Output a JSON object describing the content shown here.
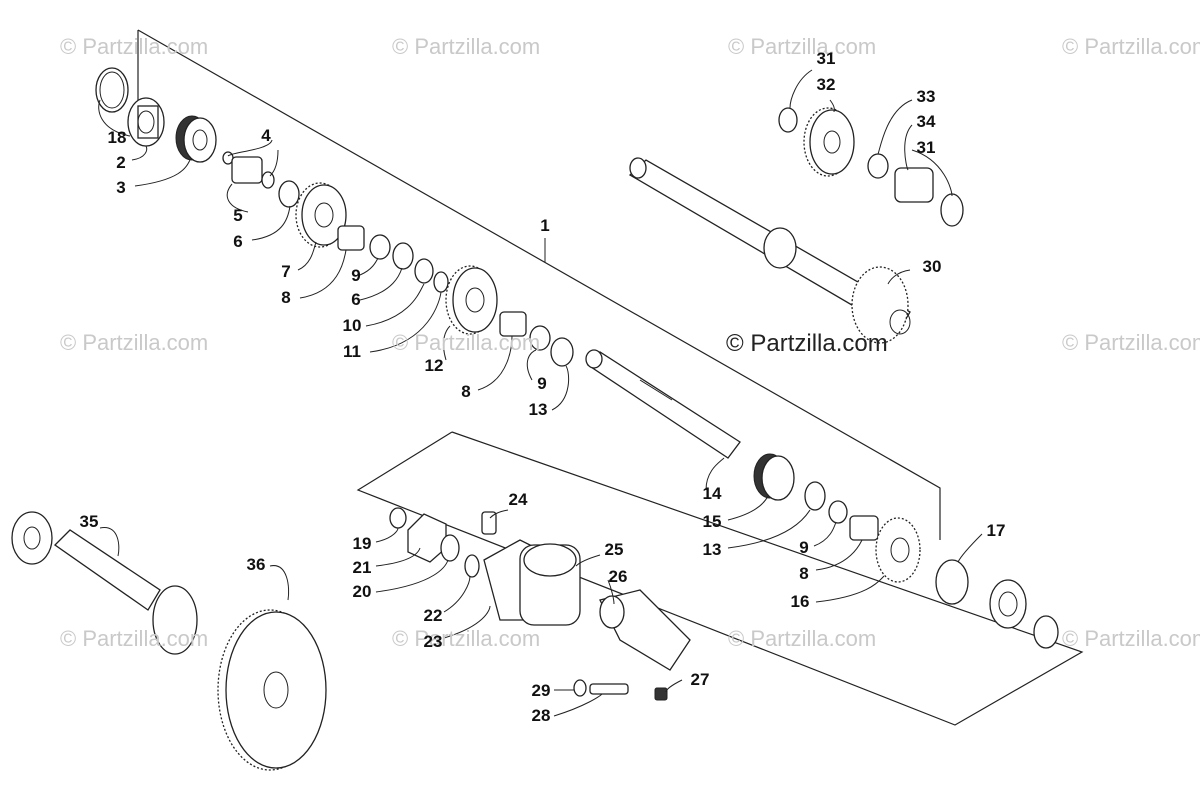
{
  "watermark": "© Partzilla.com",
  "center_watermark": "© Partzilla.com",
  "callouts": {
    "c1": "1",
    "c2": "2",
    "c3": "3",
    "c4": "4",
    "c5": "5",
    "c6a": "6",
    "c6b": "6",
    "c7": "7",
    "c8a": "8",
    "c8b": "8",
    "c8c": "8",
    "c9a": "9",
    "c9b": "9",
    "c9c": "9",
    "c10": "10",
    "c11": "11",
    "c12": "12",
    "c13a": "13",
    "c13b": "13",
    "c14": "14",
    "c15": "15",
    "c16": "16",
    "c17": "17",
    "c18": "18",
    "c19": "19",
    "c20": "20",
    "c21": "21",
    "c22": "22",
    "c23": "23",
    "c24": "24",
    "c25": "25",
    "c26": "26",
    "c27": "27",
    "c28": "28",
    "c29": "29",
    "c30": "30",
    "c31a": "31",
    "c31b": "31",
    "c32": "32",
    "c33": "33",
    "c34": "34",
    "c35": "35",
    "c36": "36"
  }
}
